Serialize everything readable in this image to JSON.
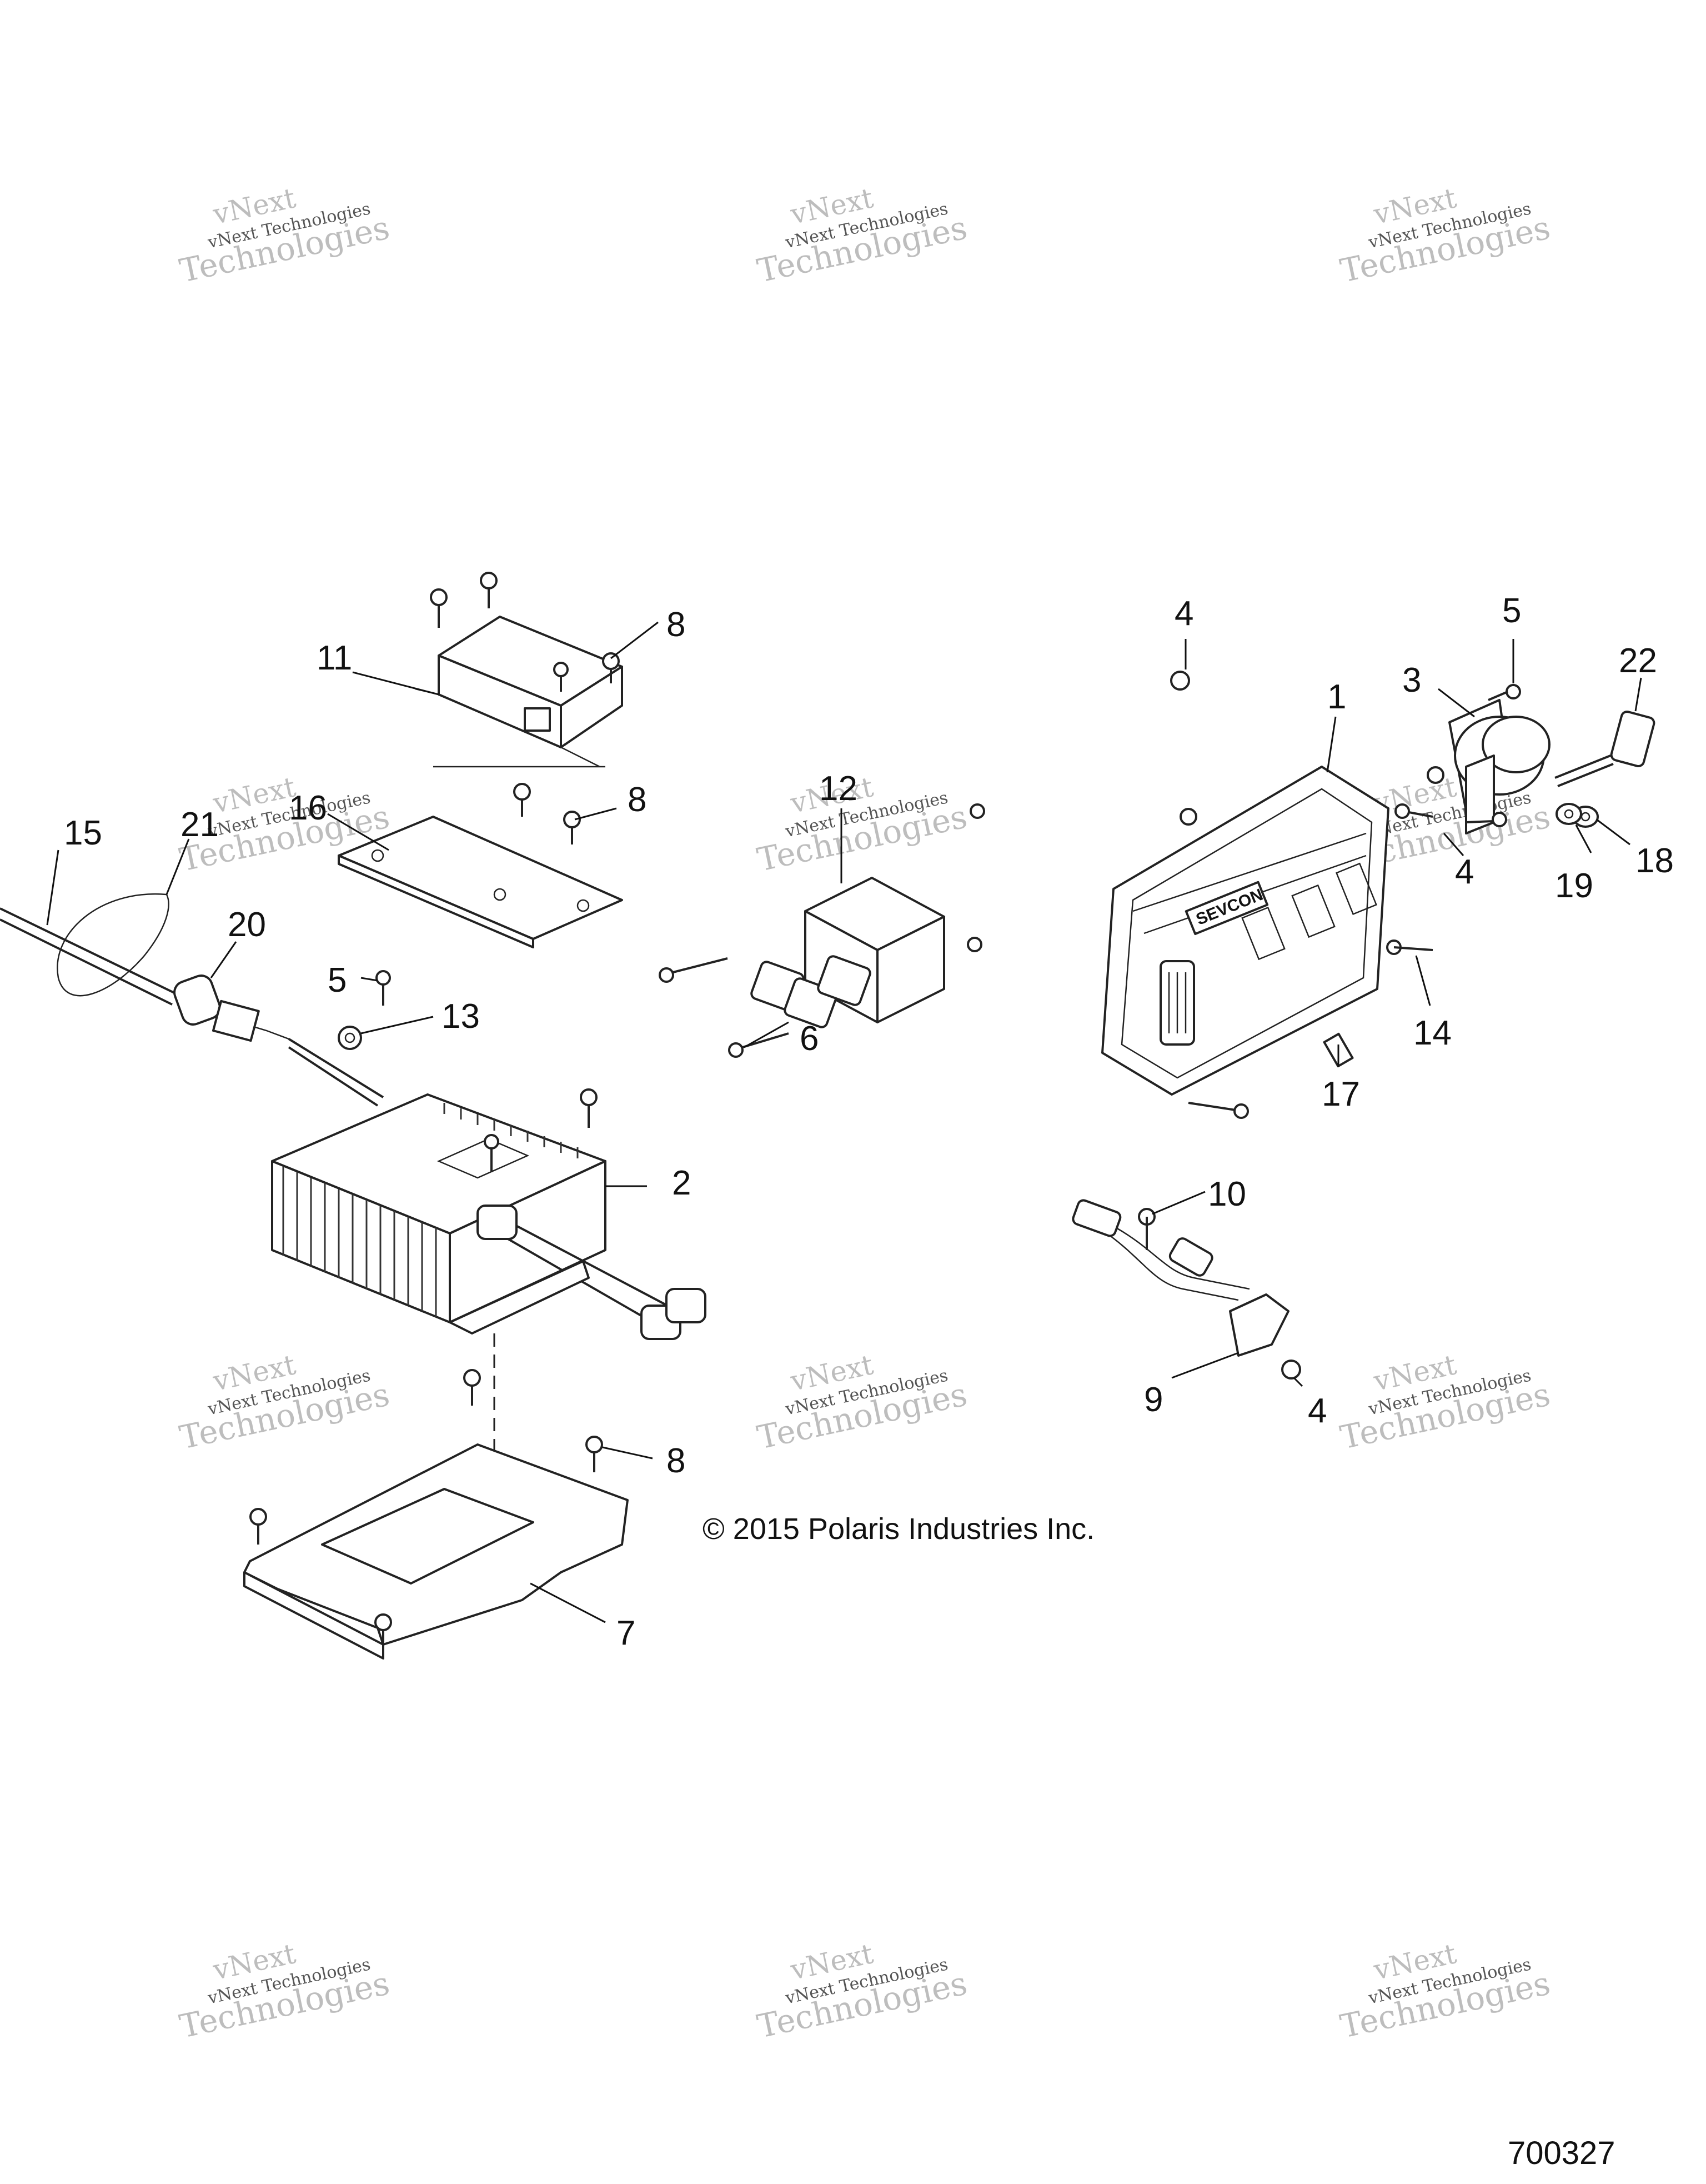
{
  "watermark": {
    "line1": "vNext",
    "line2": "vNext Technologies",
    "line3": "Technologies"
  },
  "callouts": {
    "c1": "1",
    "c2": "2",
    "c3": "3",
    "c4a": "4",
    "c4b": "4",
    "c4c": "4",
    "c5a": "5",
    "c5b": "5",
    "c6": "6",
    "c7": "7",
    "c8a": "8",
    "c8b": "8",
    "c8c": "8",
    "c9": "9",
    "c10": "10",
    "c11": "11",
    "c12": "12",
    "c13": "13",
    "c14": "14",
    "c15": "15",
    "c16": "16",
    "c17": "17",
    "c18": "18",
    "c19": "19",
    "c20": "20",
    "c21": "21",
    "c22": "22"
  },
  "controller_brand": "SEVCON",
  "copyright": "© 2015 Polaris Industries Inc.",
  "document_number": "700327"
}
